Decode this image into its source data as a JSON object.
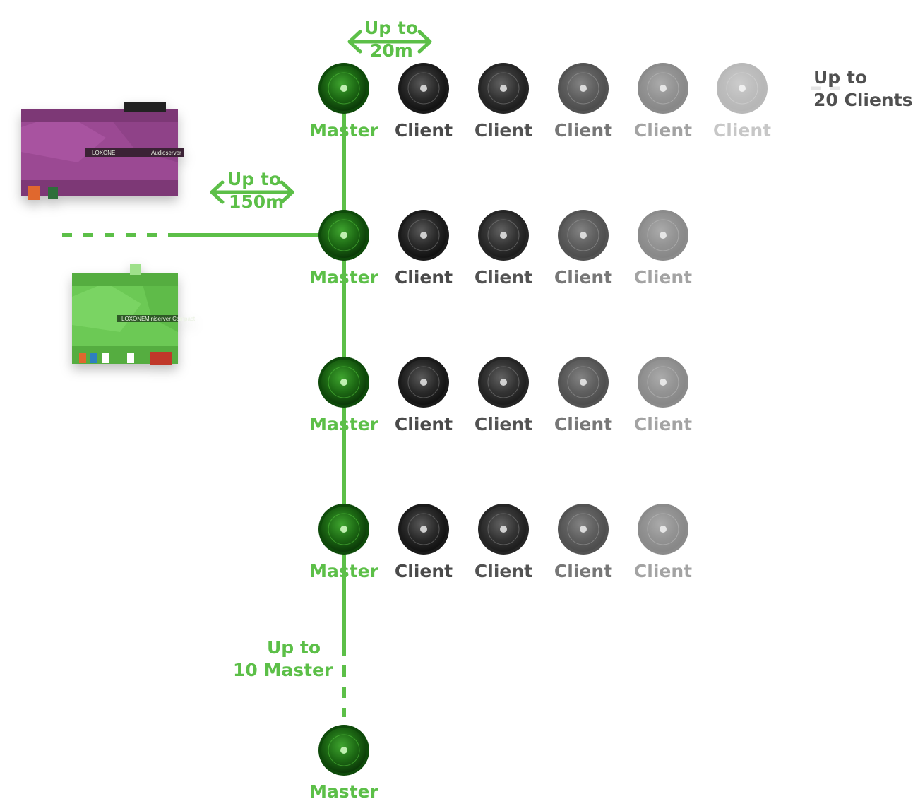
{
  "labels": {
    "master": "Master",
    "client": "Client"
  },
  "annotations": {
    "dist_20_line1": "Up to",
    "dist_20_line2": "20m",
    "dist_150_line1": "Up to",
    "dist_150_line2": "150m",
    "clients_line1": "Up to",
    "clients_line2": "20 Clients",
    "masters_line1": "Up to",
    "masters_line2": "10 Master"
  },
  "devices": {
    "audioserver": {
      "brand": "LOXONE",
      "model": "Audioserver"
    },
    "miniserver": {
      "brand": "LOXONE",
      "model": "Miniserver Compact"
    }
  },
  "rows": [
    {
      "clients": 5,
      "extends": true
    },
    {
      "clients": 4,
      "extends": false
    },
    {
      "clients": 4,
      "extends": false
    },
    {
      "clients": 4,
      "extends": false
    },
    {
      "clients": 0,
      "extends": false
    }
  ],
  "colors": {
    "green": "#5cbf48",
    "client_text": "#4a4a4a",
    "audioserver": "#9b4a93",
    "miniserver": "#6cc955"
  }
}
